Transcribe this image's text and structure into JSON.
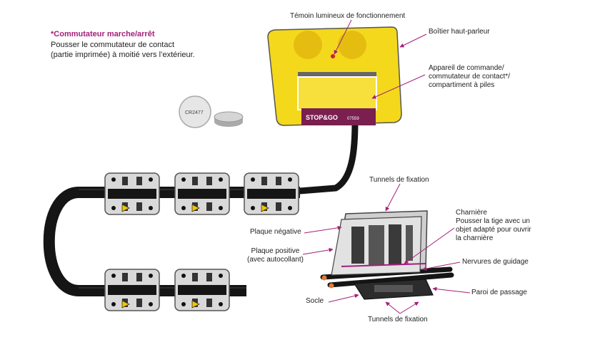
{
  "note": {
    "title": "*Commutateur marche/arrêt",
    "lines": [
      "Pousser le commutateur de contact",
      "(partie imprimée) à moitié vers l’extérieur."
    ]
  },
  "labels": {
    "indicator": "Témoin lumineux de fonctionnement",
    "speaker_box": "Boîtier haut-parleur",
    "control_unit": [
      "Appareil de commande/",
      "commutateur de contact*/",
      "compartiment à piles"
    ],
    "tunnels_top": "Tunnels de fixation",
    "hinge": [
      "Charnière",
      "Pousser la tige avec un",
      "objet adapté pour ouvrir",
      "la charnière"
    ],
    "negative_plate": "Plaque négative",
    "positive_plate": [
      "Plaque positive",
      "(avec autocollant)"
    ],
    "guide_ribs": "Nervures de guidage",
    "passage_wall": "Paroi de passage",
    "base": "Socle",
    "tunnels_bottom": "Tunnels de fixation"
  },
  "device": {
    "brand": "STOP&GO",
    "model": "07559"
  },
  "battery": {
    "type": "CR2477"
  },
  "colors": {
    "accent": "#a3207a",
    "device_yellow": "#f4d81c",
    "cable": "#151515",
    "clip_gray": "#d9d9d9"
  }
}
